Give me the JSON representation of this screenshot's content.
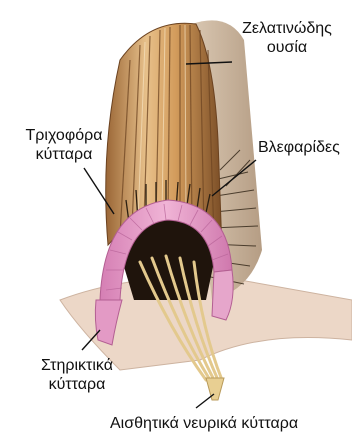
{
  "labels": {
    "gelatinous": [
      "Ζελατινώδης",
      "ουσία"
    ],
    "hair_cells": [
      "Τριχοφόρα",
      "κύτταρα"
    ],
    "cilia": "Βλεφαρίδες",
    "supporting_cells": [
      "Στηρικτικά",
      "κύτταρα"
    ],
    "sensory_nerve": "Αισθητικά νευρικά κύτταρα"
  },
  "colors": {
    "gelatinous_light": "#f2dcb8",
    "gelatinous_mid": "#d7a86d",
    "gelatinous_dark": "#8a5a2e",
    "pink_cells": "#e59ac6",
    "cilia_dark": "#3a2a1a",
    "nerve": "#e8cf92",
    "base_tissue": "#ead2c0"
  }
}
